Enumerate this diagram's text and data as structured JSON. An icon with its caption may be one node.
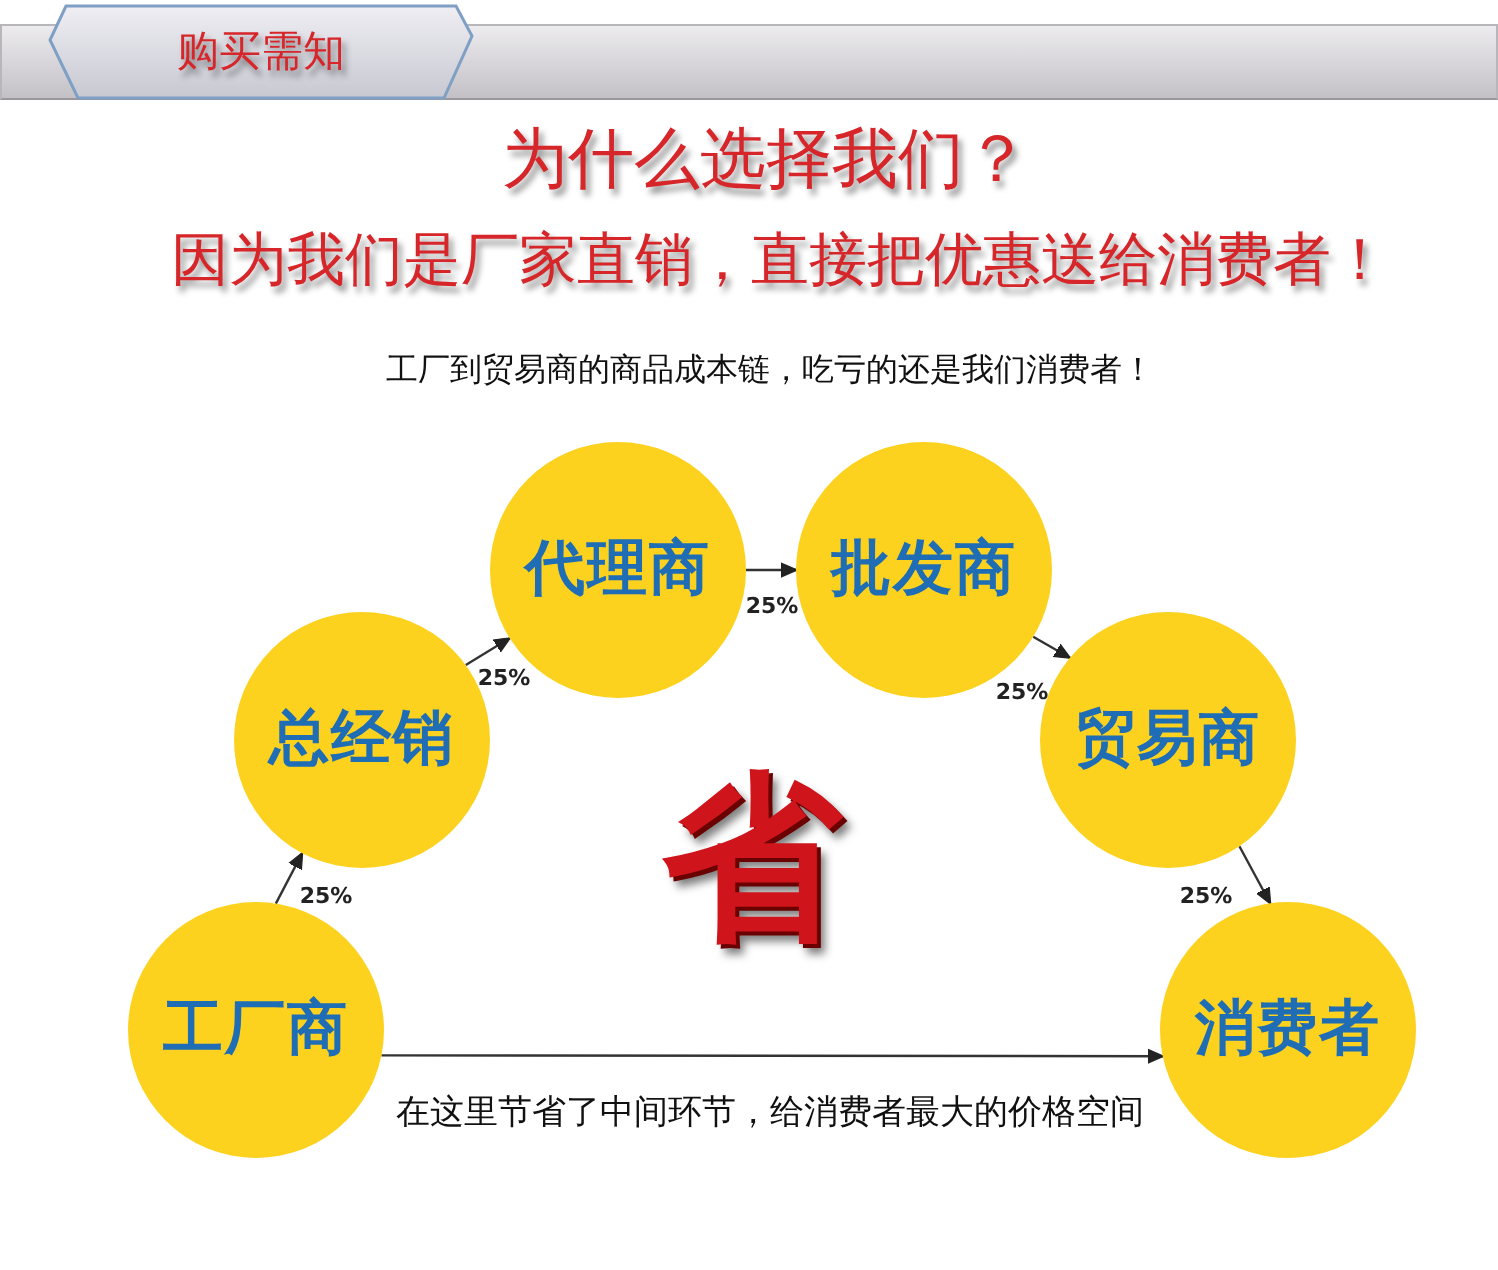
{
  "diagram": {
    "title": "为什么选择我们？",
    "nodes": [
      {
        "text": [
          "购买需知"
        ]
      },
      {
        "text": [
          "工厂商"
        ]
      },
      {
        "text": [
          "总经销"
        ]
      },
      {
        "text": [
          "代理商"
        ]
      },
      {
        "text": [
          "批发商"
        ]
      },
      {
        "text": [
          "贸易商"
        ]
      },
      {
        "text": [
          "消费者"
        ]
      }
    ],
    "edges": [
      {
        "from": 1,
        "to": 2,
        "arrow": "to",
        "label": "25%"
      },
      {
        "from": 2,
        "to": 3,
        "arrow": "to",
        "label": "25%"
      },
      {
        "from": 3,
        "to": 4,
        "arrow": "to",
        "label": "25%"
      },
      {
        "from": 4,
        "to": 5,
        "arrow": "to",
        "label": "25%"
      },
      {
        "from": 5,
        "to": 6,
        "arrow": "to",
        "label": "25%"
      },
      {
        "from": 1,
        "to": 6,
        "arrow": "to",
        "label": "在这里节省了中间环节，给消费者最大的价格空间"
      }
    ],
    "labels": [
      "因为我们是厂家直销，直接把优惠送给消费者！",
      "工厂到贸易商的商品成本链，吃亏的还是我们消费者！",
      "省"
    ]
  }
}
